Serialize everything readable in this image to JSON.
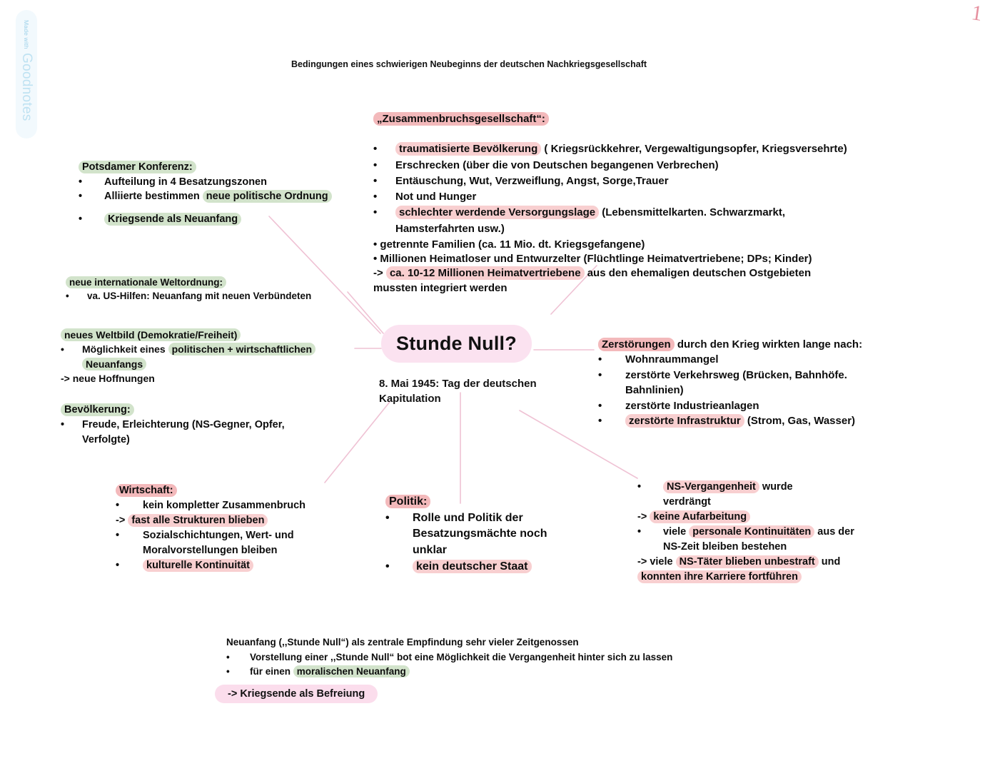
{
  "branding": {
    "made_with": "Made with",
    "app": "Goodnotes"
  },
  "page_number": "1",
  "doc_title": "Bedingungen eines schwierigen Neubeginns der deutschen Nachkriegsgesellschaft",
  "colors": {
    "highlight_pink": "#f3b9bb",
    "highlight_pink_soft": "#f8cfd0",
    "highlight_green": "#d2e3cb",
    "center_bubble": "#fbe2f0",
    "connector_line": "#efc2d4",
    "page_number": "#e6909f",
    "badge_bg": "#f2f9fd",
    "badge_text": "#bfe2f2",
    "text": "#0d0d0d"
  },
  "center": {
    "title": "Stunde Null?",
    "subtitle_1": "8. Mai 1945: Tag der deutschen",
    "subtitle_2": "Kapitulation"
  },
  "zusammenbruch": {
    "heading": "„Zusammenbruchsgesellschaft“:",
    "bullet": "•",
    "items": [
      {
        "hl": "traumatisierte Bevölkerung",
        "rest": " ( Kriegsrückkehrer, Vergewaltigungsopfer, Kriegsversehrte)"
      },
      {
        "hl": "",
        "rest": "Erschrecken (über die von Deutschen begangenen Verbrechen)"
      },
      {
        "hl": "",
        "rest": "Entäuschung, Wut, Verzweiflung, Angst, Sorge,Trauer"
      },
      {
        "hl": "",
        "rest": "Not und Hunger"
      },
      {
        "hl": "schlechter werdende Versorgungslage",
        "rest": " (Lebensmittelkarten. Schwarzmarkt,"
      },
      {
        "hl": "",
        "rest": "Hamsterfahrten usw.)",
        "indent": true,
        "nobullet": true
      }
    ],
    "tail": [
      "• getrennte Familien (ca. 11 Mio. dt. Kriegsgefangene)",
      "• Millionen Heimatloser und Entwurzelter (Flüchtlinge Heimatvertriebene; DPs; Kinder)"
    ],
    "arrow_prefix": "-> ",
    "arrow_hl": "ca. 10-12 Millionen Heimatvertriebene",
    "arrow_rest": " aus den ehemaligen deutschen Ostgebieten",
    "arrow_line2": "mussten integriert werden"
  },
  "potsdam": {
    "heading": "Potsdamer Konferenz:",
    "bullet": "•",
    "item1": "Aufteilung in 4 Besatzungszonen",
    "item2_plain": "Alliierte bestimmen ",
    "item2_hl": "neue politische Ordnung",
    "item3_hl": "Kriegsende als Neuanfang"
  },
  "weltordnung": {
    "heading": "neue internationale Weltordnung:",
    "bullet": "•",
    "item1": "va. US-Hilfen: Neuanfang mit neuen Verbündeten"
  },
  "weltbild": {
    "heading": "neues Weltbild (Demokratie/Freiheit)",
    "bullet": "•",
    "item1_plain": "Möglichkeit eines ",
    "item1_hl": "politischen + wirtschaftlichen",
    "item1_hl2": "Neuanfangs",
    "arrow": "-> neue Hoffnungen"
  },
  "bevoelkerung": {
    "heading": "Bevölkerung:",
    "bullet": "•",
    "item1_l1": "Freude, Erleichterung (NS-Gegner, Opfer,",
    "item1_l2": "Verfolgte)"
  },
  "zerstoerungen": {
    "heading_hl": "Zerstörungen",
    "heading_rest": " durch den Krieg wirkten lange nach:",
    "bullet": "•",
    "item1": "Wohnraummangel",
    "item2_l1": " zerstörte Verkehrsweg (Brücken, Bahnhöfe.",
    "item2_l2": "Bahnlinien)",
    "item3": "zerstörte Industrieanlagen",
    "item4_hl": "zerstörte Infrastruktur",
    "item4_rest": " (Strom, Gas, Wasser)"
  },
  "wirtschaft": {
    "heading": "Wirtschaft:",
    "bullet": "•",
    "item1": "kein kompletter Zusammenbruch",
    "arrow_prefix": "-> ",
    "arrow_hl": "fast alle Strukturen blieben",
    "item2_l1": "Sozialschichtungen, Wert- und",
    "item2_l2": "Moralvorstellungen bleiben",
    "item3_hl": "kulturelle Kontinuität"
  },
  "politik": {
    "heading": "Politik:",
    "bullet": "•",
    "item1_l1": "Rolle und Politik der",
    "item1_l2": "Besatzungsmächte noch",
    "item1_l3": "unklar",
    "item2_hl": "kein deutscher Staat"
  },
  "ns_vergangenheit": {
    "bullet": "•",
    "item1_hl": "NS-Vergangenheit",
    "item1_rest": " wurde",
    "item1_l2": "verdrängt",
    "arrow1_prefix": "-> ",
    "arrow1_hl": "keine Aufarbeitung",
    "item2_plain": "viele ",
    "item2_hl": "personale Kontinuitäten",
    "item2_rest": " aus der",
    "item2_l2": "NS-Zeit bleiben bestehen",
    "arrow2_prefix": "-> viele ",
    "arrow2_hl": "NS-Täter blieben unbestraft",
    "arrow2_rest": " und",
    "arrow2_l2_hl": "konnten ihre Karriere fortführen"
  },
  "bottom": {
    "heading": "Neuanfang (,,Stunde Null“) als zentrale Empfindung sehr vieler Zeitgenossen",
    "bullet": "•",
    "item1": "Vorstellung einer ,,Stunde Null“ bot eine Möglichkeit die Vergangenheit hinter sich zu lassen",
    "item2_plain": "für einen ",
    "item2_hl": "moralischen Neuanfang",
    "befreiung": "-> Kriegsende als Befreiung"
  }
}
